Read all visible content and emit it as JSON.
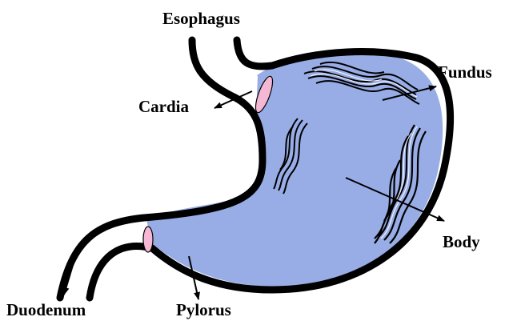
{
  "labels": {
    "esophagus": "Esophagus",
    "fundus": "Fundus",
    "cardia": "Cardia",
    "body": "Body",
    "duodenum": "Duodenum",
    "pylorus": "Pylorus"
  },
  "colors": {
    "stomach_fill": "#98ade6",
    "outline": "#000000",
    "sphincter": "#f4b8d4",
    "background": "#ffffff"
  }
}
